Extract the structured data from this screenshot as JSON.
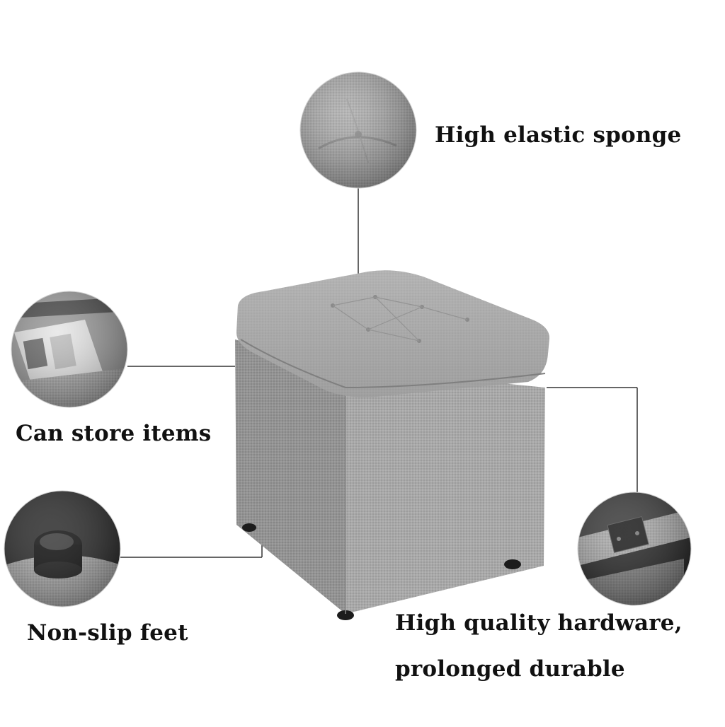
{
  "image": {
    "description_icons": [
      "ottoman-stool",
      "sponge-detail-icon",
      "storage-detail-icon",
      "feet-detail-icon",
      "hinge-detail-icon"
    ],
    "colors": {
      "background": "#ffffff",
      "fabric": "#a9a9a9",
      "fabric_dark": "#8e8e8e",
      "text": "#111111",
      "leader_line": "#333333"
    }
  },
  "callouts": {
    "sponge": "High elastic sponge",
    "storage": "Can store items",
    "feet": "Non-slip feet",
    "hardware_line1": "High quality hardware,",
    "hardware_line2": "prolonged durable"
  }
}
